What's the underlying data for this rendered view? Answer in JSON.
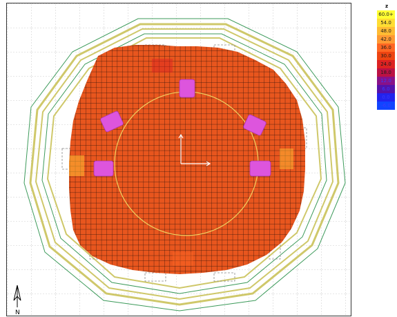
{
  "legend": {
    "title": "z",
    "items": [
      {
        "label": "60.0+",
        "color": "#ffff33"
      },
      {
        "label": "54.0",
        "color": "#ffdd33"
      },
      {
        "label": "48.0",
        "color": "#ffbb33"
      },
      {
        "label": "42.0",
        "color": "#ff9933"
      },
      {
        "label": "36.0",
        "color": "#ff6622"
      },
      {
        "label": "30.0",
        "color": "#ee4411"
      },
      {
        "label": "24.0",
        "color": "#dd2222"
      },
      {
        "label": "18.0",
        "color": "#bb1144"
      },
      {
        "label": "12.0",
        "color": "#881188"
      },
      {
        "label": "6.0",
        "color": "#5511aa"
      },
      {
        "label": "0.0",
        "color": "#2222ee"
      },
      {
        "label": "-6.0",
        "color": "#1144ff"
      }
    ]
  },
  "compass": {
    "label": "N",
    "icon": "north-arrow-icon"
  },
  "colors": {
    "grid_fill": "#e8561e",
    "grid_line": "#2a1008",
    "seat_magenta": "#dd55dd",
    "outline_yellow": "#cfc86a",
    "outline_green": "#3c9a5a",
    "inner_circle": "#f0d060",
    "axis_white": "#ffffff"
  }
}
